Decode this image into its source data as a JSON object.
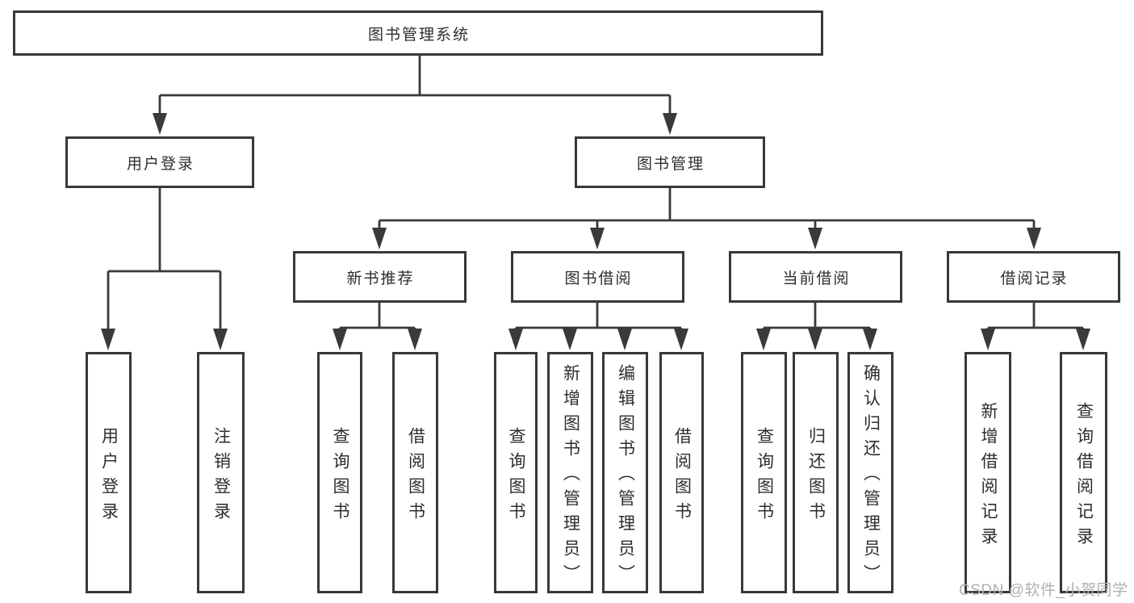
{
  "diagram": {
    "root": {
      "label": "图书管理系统",
      "children": [
        {
          "label": "用户登录",
          "children": [
            {
              "label": "用户登录"
            },
            {
              "label": "注销登录"
            }
          ]
        },
        {
          "label": "图书管理",
          "children": [
            {
              "label": "新书推荐",
              "children": [
                {
                  "label": "查询图书"
                },
                {
                  "label": "借阅图书"
                }
              ]
            },
            {
              "label": "图书借阅",
              "children": [
                {
                  "label": "查询图书"
                },
                {
                  "label": "新增图书（管理员）"
                },
                {
                  "label": "编辑图书（管理员）"
                },
                {
                  "label": "借阅图书"
                }
              ]
            },
            {
              "label": "当前借阅",
              "children": [
                {
                  "label": "查询图书"
                },
                {
                  "label": "归还图书"
                },
                {
                  "label": "确认归还（管理员）"
                }
              ]
            },
            {
              "label": "借阅记录",
              "children": [
                {
                  "label": "新增借阅记录"
                },
                {
                  "label": "查询借阅记录"
                }
              ]
            }
          ]
        }
      ]
    }
  },
  "watermark": {
    "text": "CSDN @软件_小贺同学",
    "color": "#b0b0b0"
  },
  "colors": {
    "line": "#3a3a3a",
    "border": "#383838",
    "text": "#2e2e2e",
    "background": "#ffffff"
  }
}
